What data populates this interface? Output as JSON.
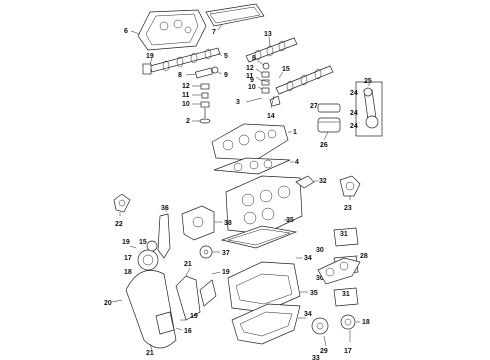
{
  "diagram": {
    "type": "exploded-parts-diagram",
    "callouts": {
      "c1": "1",
      "c2": "2",
      "c3": "3",
      "c4": "4",
      "c5": "5",
      "c6": "6",
      "c7": "7",
      "c8": "8",
      "c9": "9",
      "c10": "10",
      "c11": "11",
      "c12": "12",
      "c13": "13",
      "c14": "14",
      "c15": "15",
      "c16": "16",
      "c17": "17",
      "c18": "18",
      "c19": "19",
      "c20": "20",
      "c21": "21",
      "c22": "22",
      "c23": "23",
      "c24": "24",
      "c25": "25",
      "c26": "26",
      "c27": "27",
      "c28": "28",
      "c29": "29",
      "c30": "30",
      "c31": "31",
      "c32": "32",
      "c33": "33",
      "c34": "34",
      "c35": "35",
      "c36": "36",
      "c37": "37",
      "c38": "38"
    }
  }
}
